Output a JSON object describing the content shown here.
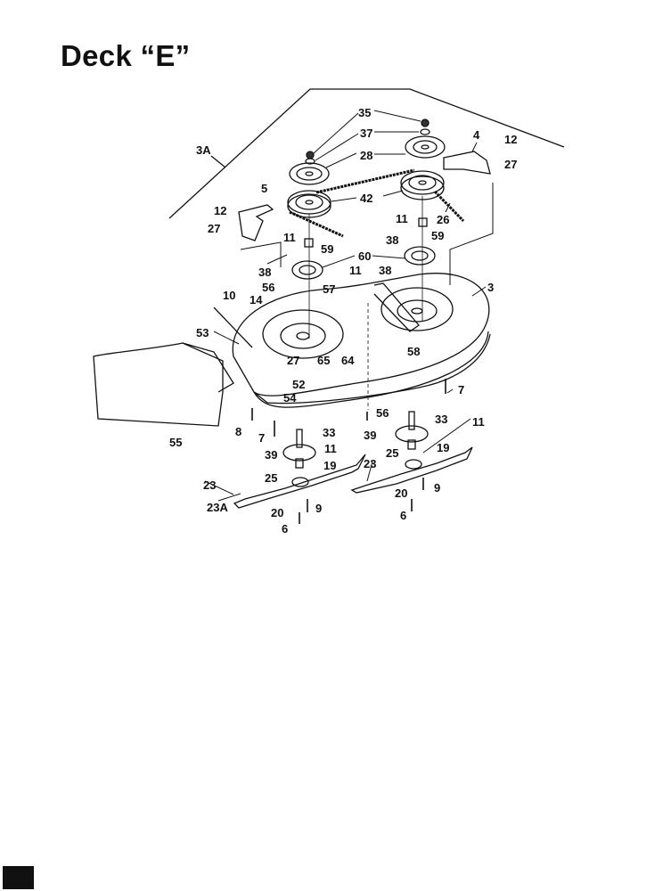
{
  "title": "Deck “E”",
  "part_labels": [
    "35",
    "37",
    "28",
    "42",
    "3A",
    "5",
    "12",
    "27",
    "4",
    "12",
    "27",
    "26",
    "11",
    "59",
    "38",
    "11",
    "59",
    "38",
    "60",
    "11",
    "38",
    "56",
    "57",
    "3",
    "10",
    "14",
    "53",
    "27",
    "65",
    "64",
    "58",
    "52",
    "54",
    "7",
    "56",
    "33",
    "33",
    "39",
    "39",
    "11",
    "11",
    "8",
    "7",
    "55",
    "19",
    "19",
    "23",
    "23A",
    "25",
    "25",
    "23",
    "20",
    "9",
    "6",
    "20",
    "9",
    "6"
  ]
}
